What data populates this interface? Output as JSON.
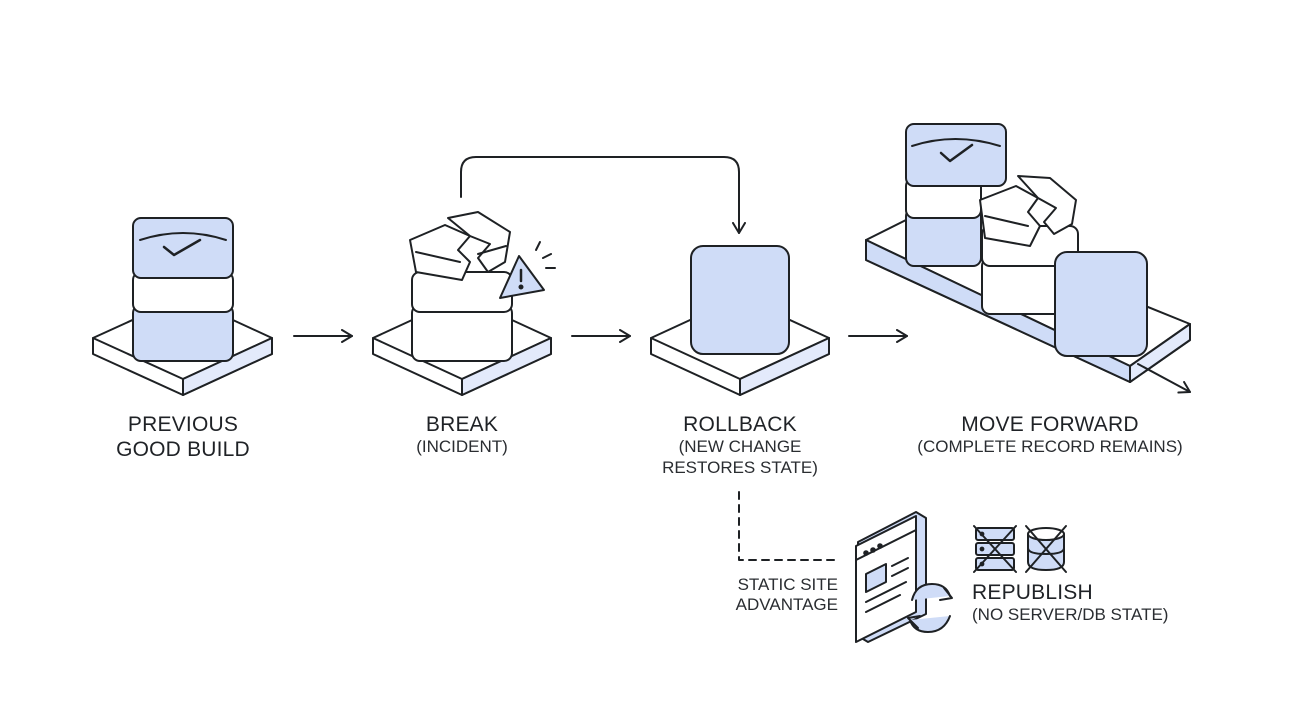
{
  "colors": {
    "ink": "#1e2124",
    "fill_blue": "#cfdcf7",
    "fill_blue_light": "#e3eafb",
    "fill_white": "#ffffff"
  },
  "steps": [
    {
      "title_lines": [
        "PREVIOUS",
        "GOOD BUILD"
      ],
      "subtitle_lines": [],
      "icon": "stack-check-icon"
    },
    {
      "title_lines": [
        "BREAK"
      ],
      "subtitle_lines": [
        "(INCIDENT)"
      ],
      "icon": "cracked-stack-icon"
    },
    {
      "title_lines": [
        "ROLLBACK"
      ],
      "subtitle_lines": [
        "(NEW CHANGE",
        "RESTORES STATE)"
      ],
      "icon": "restored-cube-icon"
    },
    {
      "title_lines": [
        "MOVE FORWARD"
      ],
      "subtitle_lines": [
        "(COMPLETE RECORD REMAINS)"
      ],
      "icon": "history-platform-icon"
    }
  ],
  "static_note": {
    "lines": [
      "STATIC SITE",
      "ADVANTAGE"
    ]
  },
  "republish": {
    "title": "REPUBLISH",
    "subtitle": "(NO SERVER/DB STATE)",
    "icons": [
      "browser-sync-icon",
      "no-server-icon",
      "no-database-icon"
    ]
  }
}
